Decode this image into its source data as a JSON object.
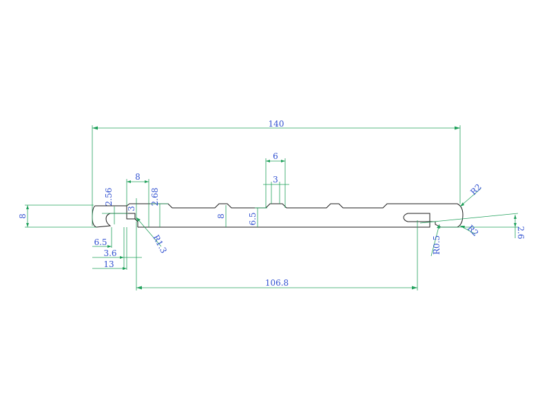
{
  "drawing": {
    "colors": {
      "profile": "#1a1a1a",
      "dimension_line": "#1fa05a",
      "dimension_text": "#2f4fd0"
    },
    "dimensions": {
      "overall_width": "140",
      "groove_width": "6",
      "groove_inner": "3",
      "tongue_span": "8",
      "left_height_small": "2.56",
      "tongue_height": "2.68",
      "profile_height": "8",
      "slot_depth": "3",
      "mid_height": "8",
      "groove_height": "6.5",
      "radius_top_right": "R2",
      "radius_bottom_right": "R2",
      "radius_small": "R1.3",
      "radius_tiny": "R0.5",
      "right_offset": "2.6",
      "left_offset_65": "6.5",
      "left_offset_36": "3.6",
      "left_offset_13": "13",
      "slot_span": "106.8"
    }
  }
}
